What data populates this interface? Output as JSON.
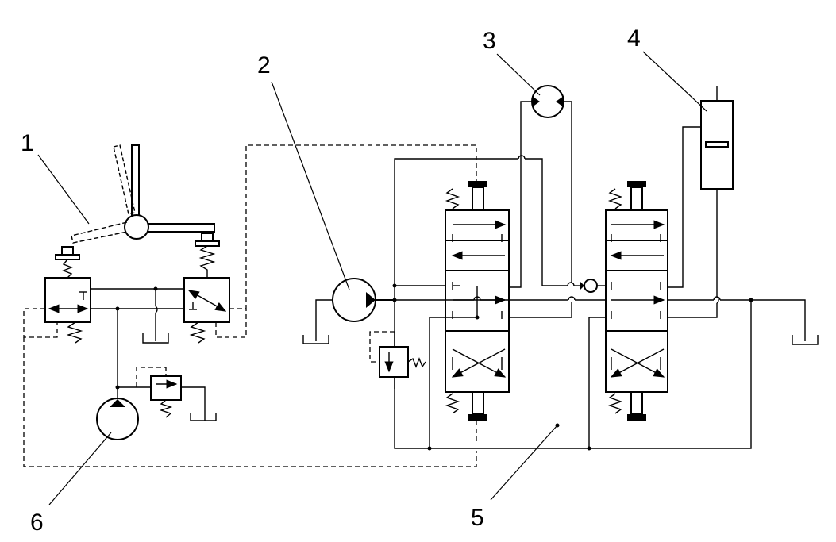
{
  "diagram": {
    "callouts": [
      {
        "id": "label-1",
        "text": "1"
      },
      {
        "id": "label-2",
        "text": "2"
      },
      {
        "id": "label-3",
        "text": "3"
      },
      {
        "id": "label-4",
        "text": "4"
      },
      {
        "id": "label-5",
        "text": "5"
      },
      {
        "id": "label-6",
        "text": "6"
      }
    ]
  }
}
